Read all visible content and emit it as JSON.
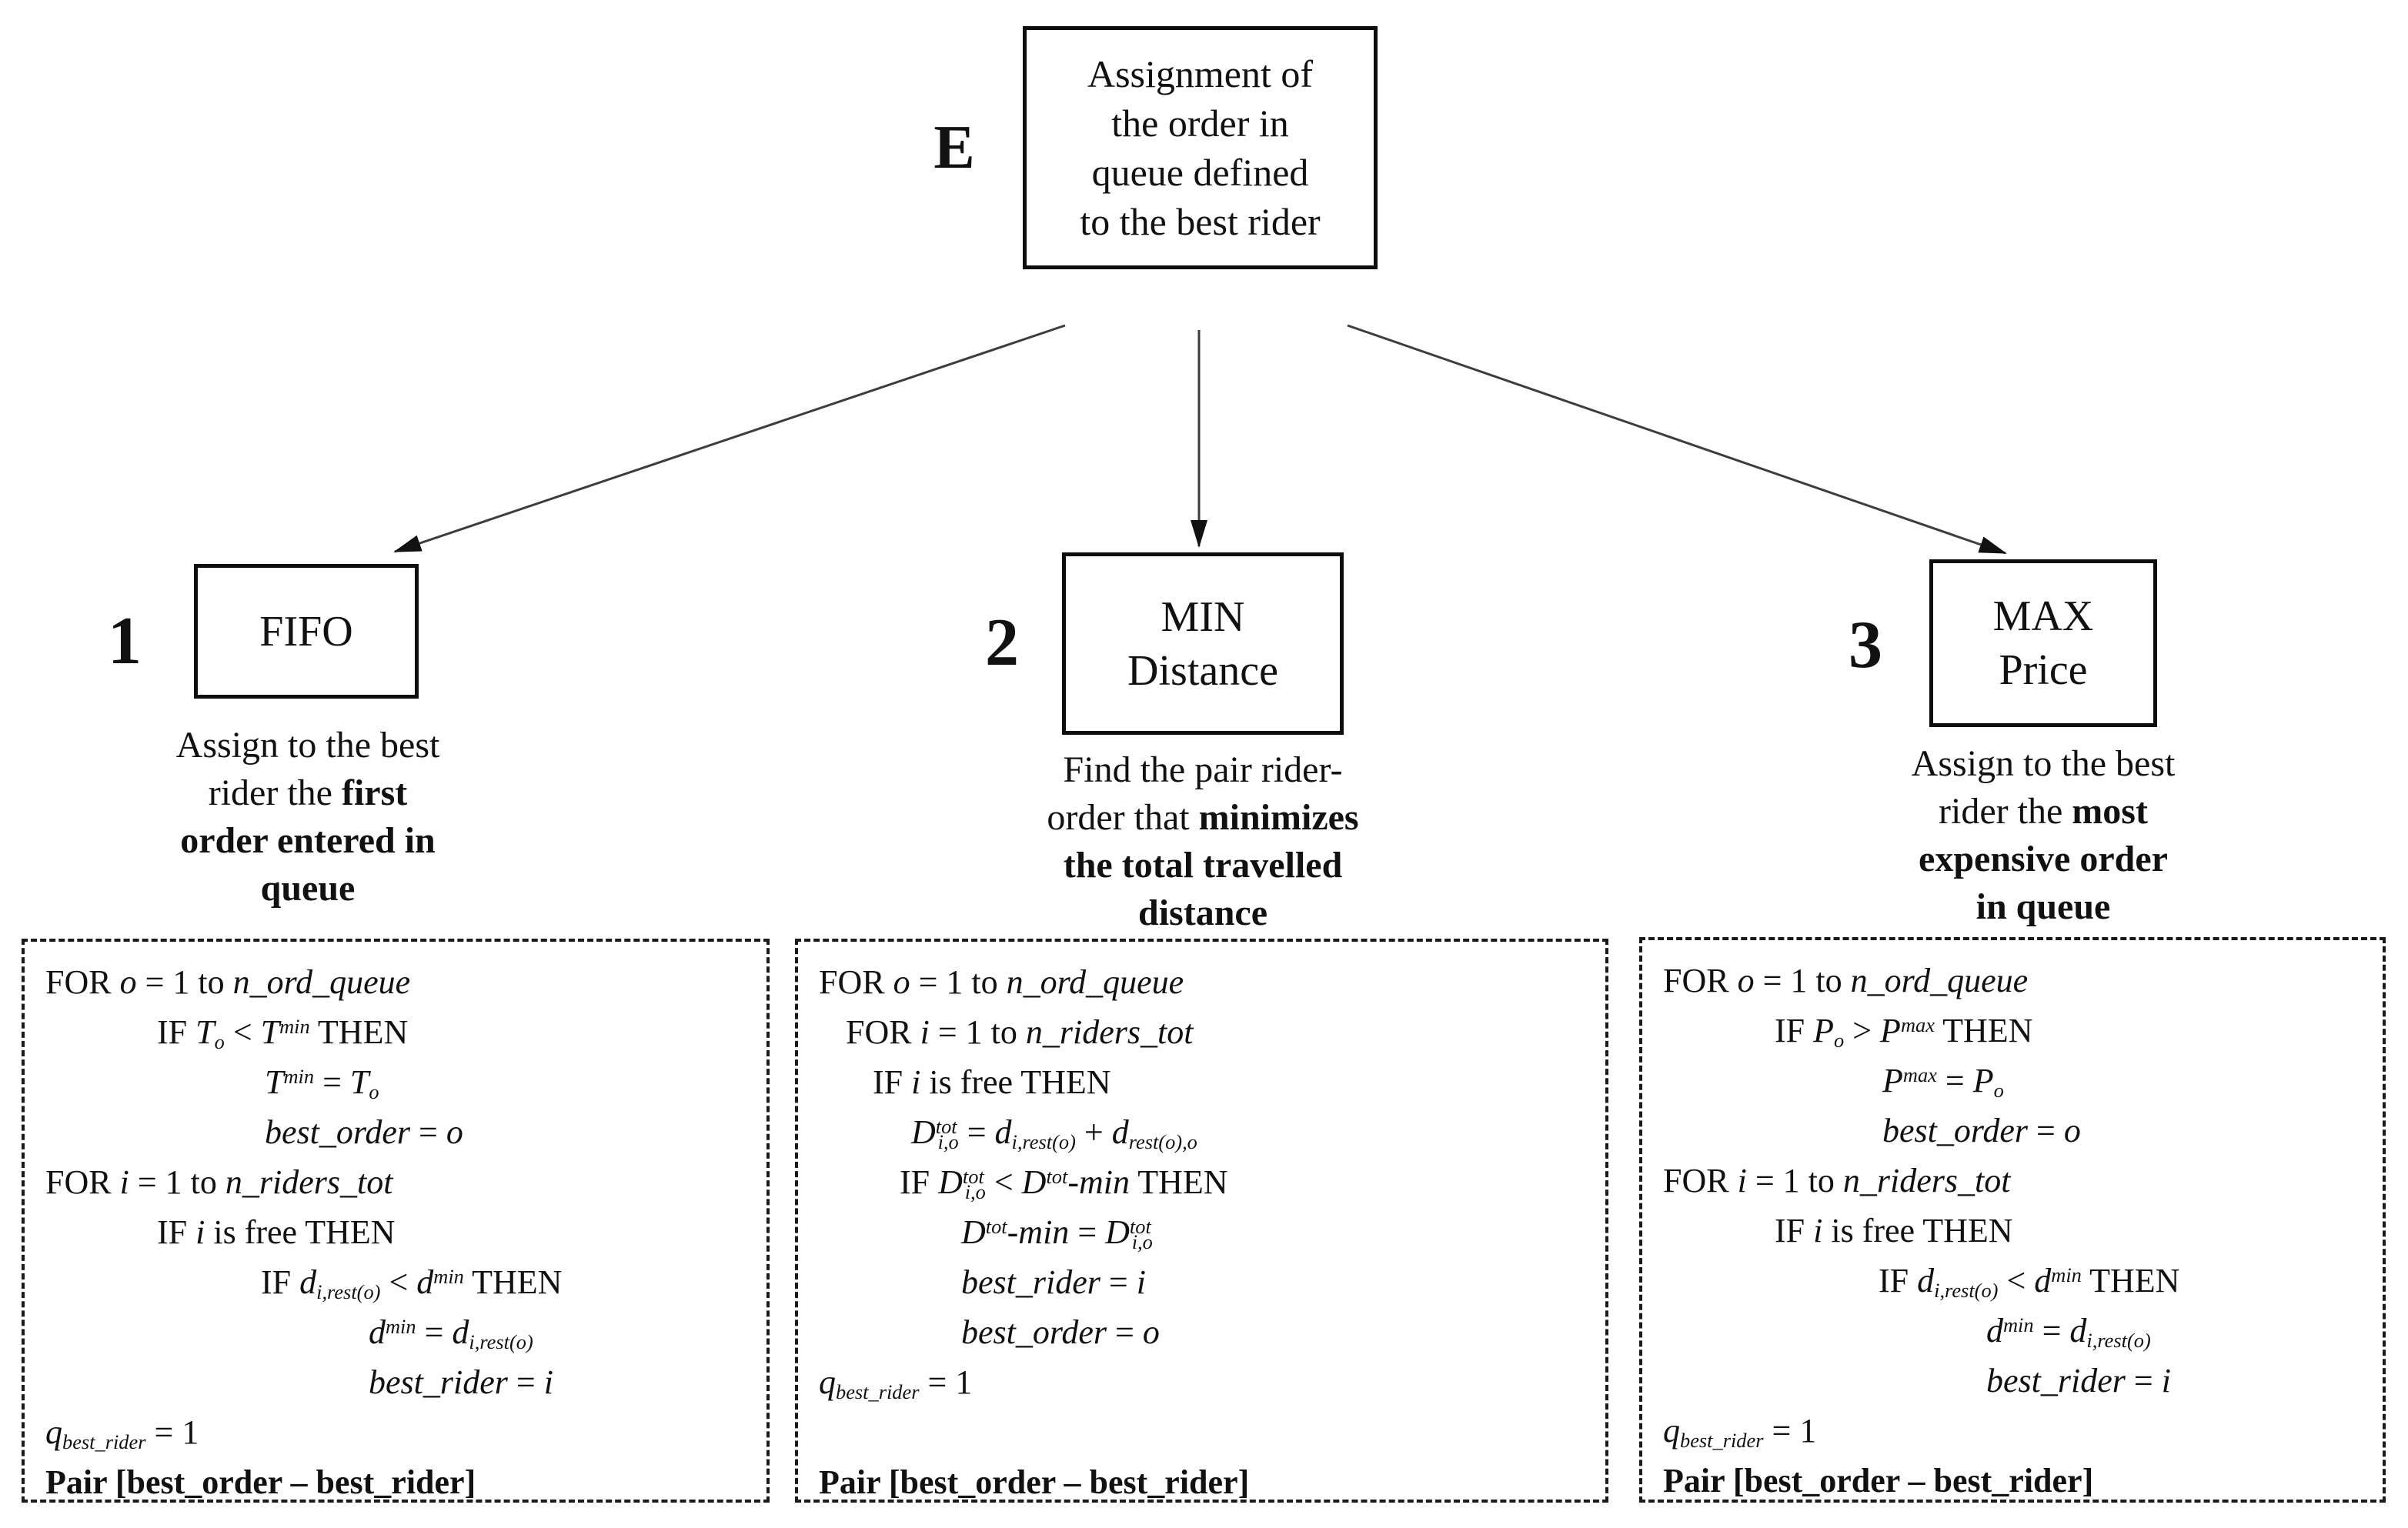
{
  "colors": {
    "ink": "#111111",
    "arrow": "#3d3d3d",
    "background": "#ffffff"
  },
  "diagram": {
    "root": {
      "id_label": "E",
      "text": "Assignment of\nthe order in\nqueue defined\nto the best rider"
    },
    "strategies": [
      {
        "number": "1",
        "title": "FIFO",
        "description": "Assign to the best\nrider the [b]first[/b]\n[b]order entered in[/b]\n[b]queue[/b]",
        "pseudocode": [
          {
            "indent": 0,
            "text": "FOR [i]o[/i] = 1 to [i]n_ord_queue[/i]"
          },
          {
            "indent": 145,
            "text": "IF [i]T[sub]o[/sub][/i] < [i]T[sup]min[/sup][/i] THEN"
          },
          {
            "indent": 285,
            "text": "[i]T[sup]min[/sup][/i] = [i]T[sub]o[/sub][/i]"
          },
          {
            "indent": 285,
            "text": "[i]best_order[/i] = [i]o[/i]"
          },
          {
            "indent": 0,
            "text": "FOR [i]i[/i] = 1 to [i]n_riders_tot[/i]"
          },
          {
            "indent": 145,
            "text": "IF [i]i[/i] is free THEN"
          },
          {
            "indent": 280,
            "text": "IF [i]d[sub]i,rest(o)[/sub][/i] < [i]d[sup]min[/sup][/i] THEN"
          },
          {
            "indent": 420,
            "text": "[i]d[sup]min[/sup][/i] = [i]d[sub]i,rest(o)[/sub][/i]"
          },
          {
            "indent": 420,
            "text": "[i]best_rider[/i] = [i]i[/i]"
          },
          {
            "indent": 0,
            "text": "[i]q[sub]best_rider[/sub][/i] = 1"
          },
          {
            "indent": 0,
            "text": "[b]Pair [best_order – best_rider][/b]"
          }
        ]
      },
      {
        "number": "2",
        "title": "MIN\nDistance",
        "description": "Find the pair rider-\norder that [b]minimizes[/b]\n[b]the total travelled[/b]\n[b]distance[/b]",
        "pseudocode": [
          {
            "indent": 0,
            "text": "FOR [i]o[/i] = 1 to [i]n_ord_queue[/i]"
          },
          {
            "indent": 35,
            "text": "FOR [i]i[/i] = 1 to [i]n_riders_tot[/i]"
          },
          {
            "indent": 70,
            "text": "IF [i]i[/i] is free THEN"
          },
          {
            "indent": 120,
            "text": "[i]D[sup]tot[/sup][ssub]i,o[/ssub][/i] = [i]d[sub]i,rest(o)[/sub][/i] + [i]d[sub]rest(o),o[/sub][/i]"
          },
          {
            "indent": 105,
            "text": "IF [i]D[sup]tot[/sup][ssub]i,o[/ssub][/i] < [i]D[sup]tot[/sup]-min[/i] THEN"
          },
          {
            "indent": 185,
            "text": "[i]D[sup]tot[/sup]-min[/i] = [i]D[sup]tot[/sup][ssub]i,o[/ssub][/i]"
          },
          {
            "indent": 185,
            "text": "[i]best_rider[/i] = [i]i[/i]"
          },
          {
            "indent": 185,
            "text": "[i]best_order[/i] = [i]o[/i]"
          },
          {
            "indent": 0,
            "text": "[i]q[sub]best_rider[/sub][/i] = 1"
          },
          {
            "indent": 0,
            "text": ""
          },
          {
            "indent": 0,
            "text": "[b]Pair [best_order – best_rider][/b]"
          }
        ]
      },
      {
        "number": "3",
        "title": "MAX\nPrice",
        "description": "Assign to the best\nrider the [b]most[/b]\n[b]expensive order[/b]\n[b]in queue[/b]",
        "pseudocode": [
          {
            "indent": 0,
            "text": "FOR [i]o[/i] = 1 to [i]n_ord_queue[/i]"
          },
          {
            "indent": 145,
            "text": "IF [i]P[sub]o[/sub][/i] > [i]P[sup]max[/sup][/i] THEN"
          },
          {
            "indent": 285,
            "text": "[i]P[sup]max[/sup][/i] = [i]P[sub]o[/sub][/i]"
          },
          {
            "indent": 285,
            "text": "[i]best_order[/i] = [i]o[/i]"
          },
          {
            "indent": 0,
            "text": "FOR [i]i[/i] = 1 to [i]n_riders_tot[/i]"
          },
          {
            "indent": 145,
            "text": "IF [i]i[/i] is free THEN"
          },
          {
            "indent": 280,
            "text": "IF [i]d[sub]i,rest(o)[/sub][/i] < [i]d[sup]min[/sup][/i] THEN"
          },
          {
            "indent": 420,
            "text": "[i]d[sup]min[/sup][/i] = [i]d[sub]i,rest(o)[/sub][/i]"
          },
          {
            "indent": 420,
            "text": "[i]best_rider[/i] = [i]i[/i]"
          },
          {
            "indent": 0,
            "text": "[i]q[sub]best_rider[/sub][/i] = 1"
          },
          {
            "indent": 0,
            "text": "[b]Pair [best_order – best_rider][/b]"
          }
        ]
      }
    ]
  }
}
